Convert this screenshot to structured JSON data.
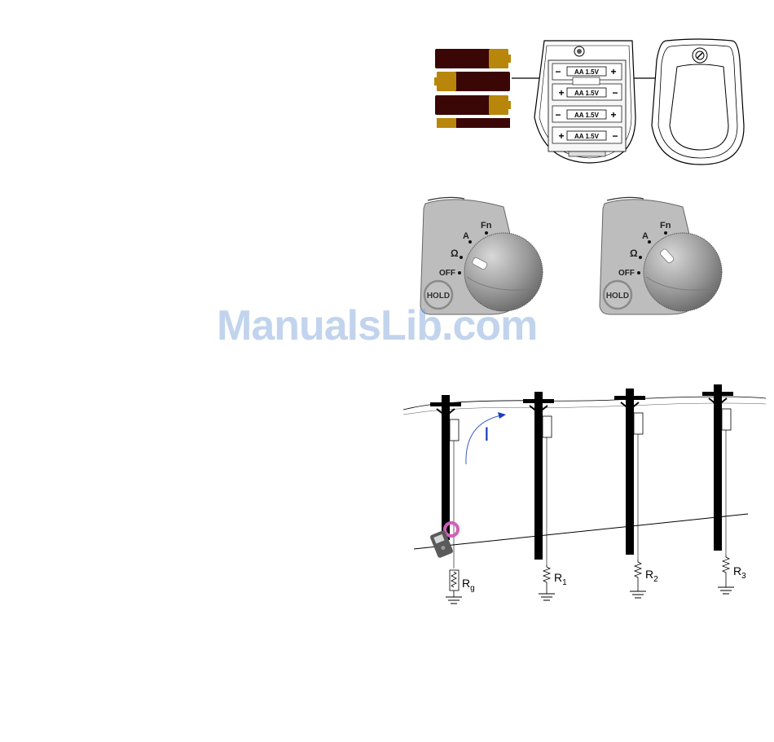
{
  "battery_figure": {
    "battery_labels": [
      "AA 1.5V",
      "AA 1.5V",
      "AA 1.5V",
      "AA 1.5V"
    ],
    "plus": "+",
    "minus": "−"
  },
  "dial_figure": {
    "positions": {
      "fn": "Fn",
      "a": "A",
      "ohm": "Ω",
      "off": "OFF"
    },
    "hold_label": "HOLD"
  },
  "pole_figure": {
    "current_label": "I",
    "resistors": [
      {
        "main": "R",
        "sub": "g"
      },
      {
        "main": "R",
        "sub": "1"
      },
      {
        "main": "R",
        "sub": "2"
      },
      {
        "main": "R",
        "sub": "3"
      }
    ]
  },
  "watermark": "ManualsLib.com"
}
